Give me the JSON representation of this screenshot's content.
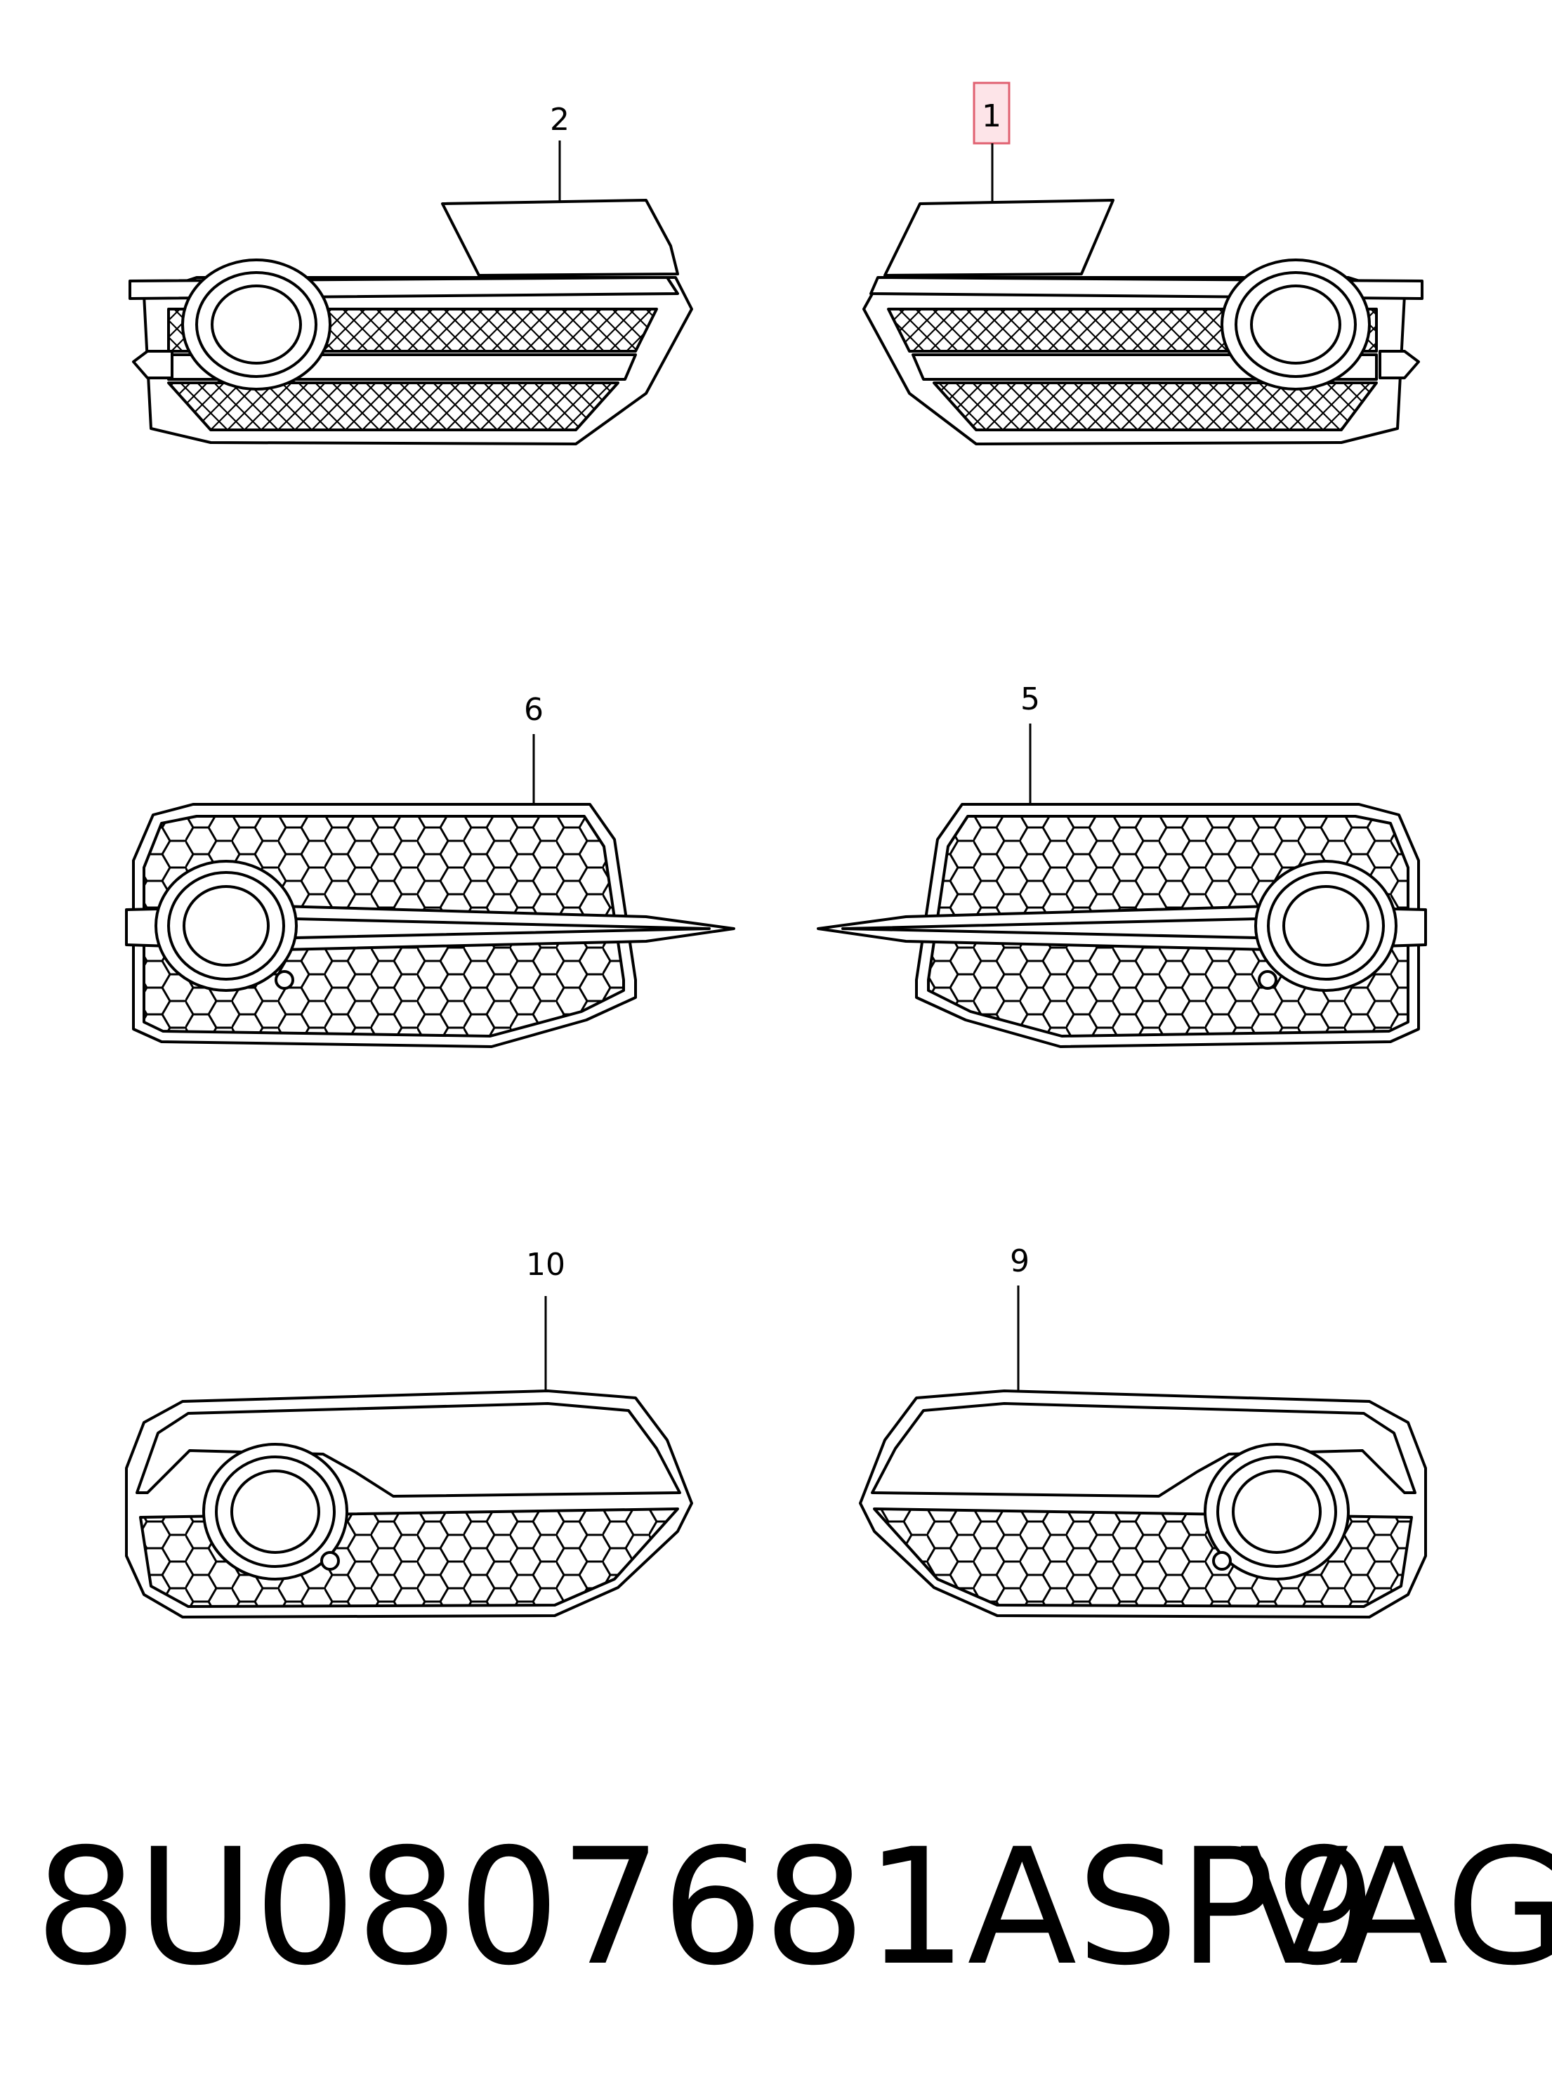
{
  "callouts": {
    "part_1": "1",
    "part_2": "2",
    "part_5": "5",
    "part_6": "6",
    "part_9": "9",
    "part_10": "10"
  },
  "caption": {
    "part_number": "8U0807681ASP9",
    "brand": "VAG"
  },
  "colors": {
    "line": "#000000",
    "highlight_fill": "#fde4e8",
    "highlight_stroke": "#e06070"
  }
}
